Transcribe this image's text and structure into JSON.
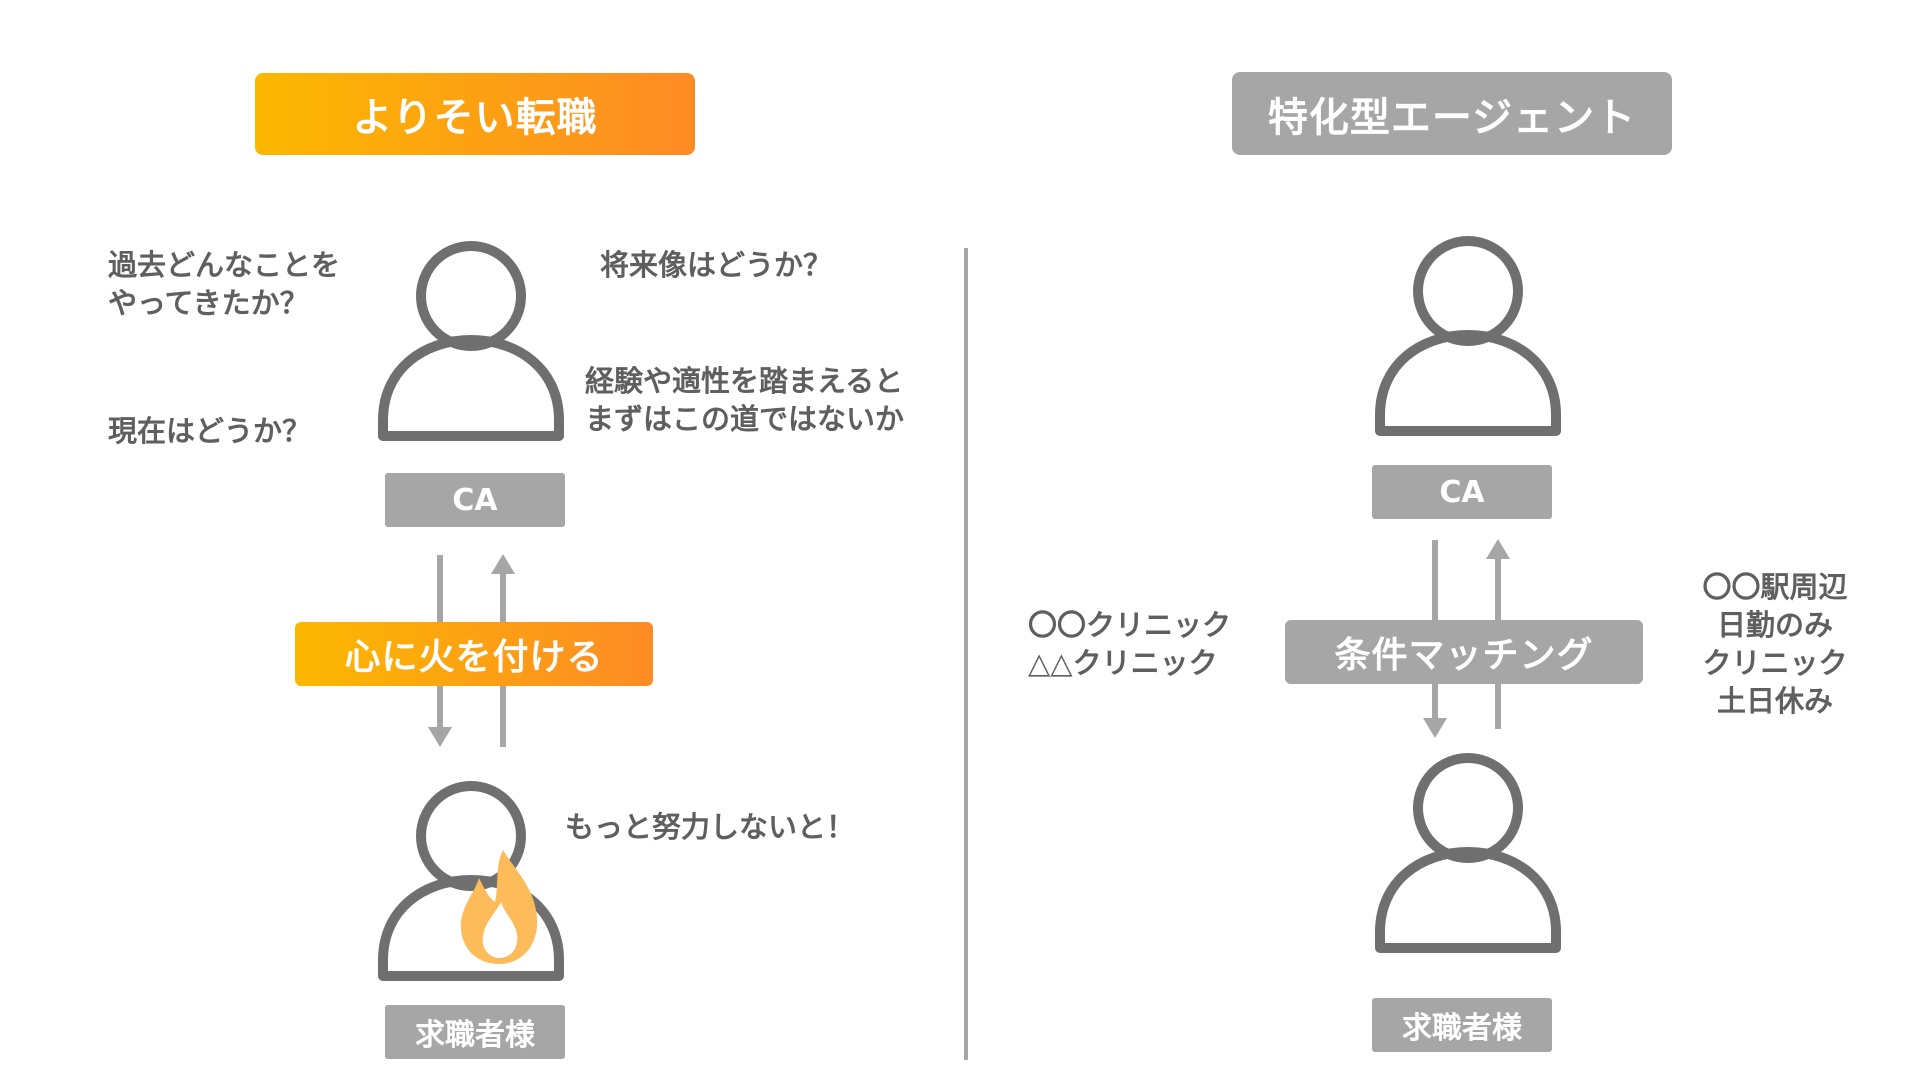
{
  "left": {
    "header": "よりそい転職",
    "ca_label": "CA",
    "seeker_label": "求職者様",
    "middle_label": "心に火を付ける",
    "q_past": "過去どんなことを\nやってきたか？",
    "q_present": "現在はどうか？",
    "q_future": "将来像はどうか？",
    "q_suggest": "経験や適性を踏まえると\nまずはこの道ではないか",
    "seeker_voice": "もっと努力しないと！"
  },
  "right": {
    "header": "特化型エージェント",
    "ca_label": "CA",
    "seeker_label": "求職者様",
    "middle_label": "条件マッチング",
    "clinics": "〇〇クリニック\n△△クリニック",
    "conditions": "〇〇駅周辺\n日勤のみ\nクリニック\n土日休み"
  },
  "colors": {
    "orange_start": "#fbb800",
    "orange_end": "#fd8b25",
    "gray": "#a6a6a6",
    "icon_stroke": "#6f6f6f",
    "flame": "#fdbb5a",
    "text": "#5f5f5f"
  },
  "icons": {
    "person": "person-icon",
    "flame": "flame-icon",
    "arrow_up": "arrow-up-icon",
    "arrow_down": "arrow-down-icon"
  }
}
